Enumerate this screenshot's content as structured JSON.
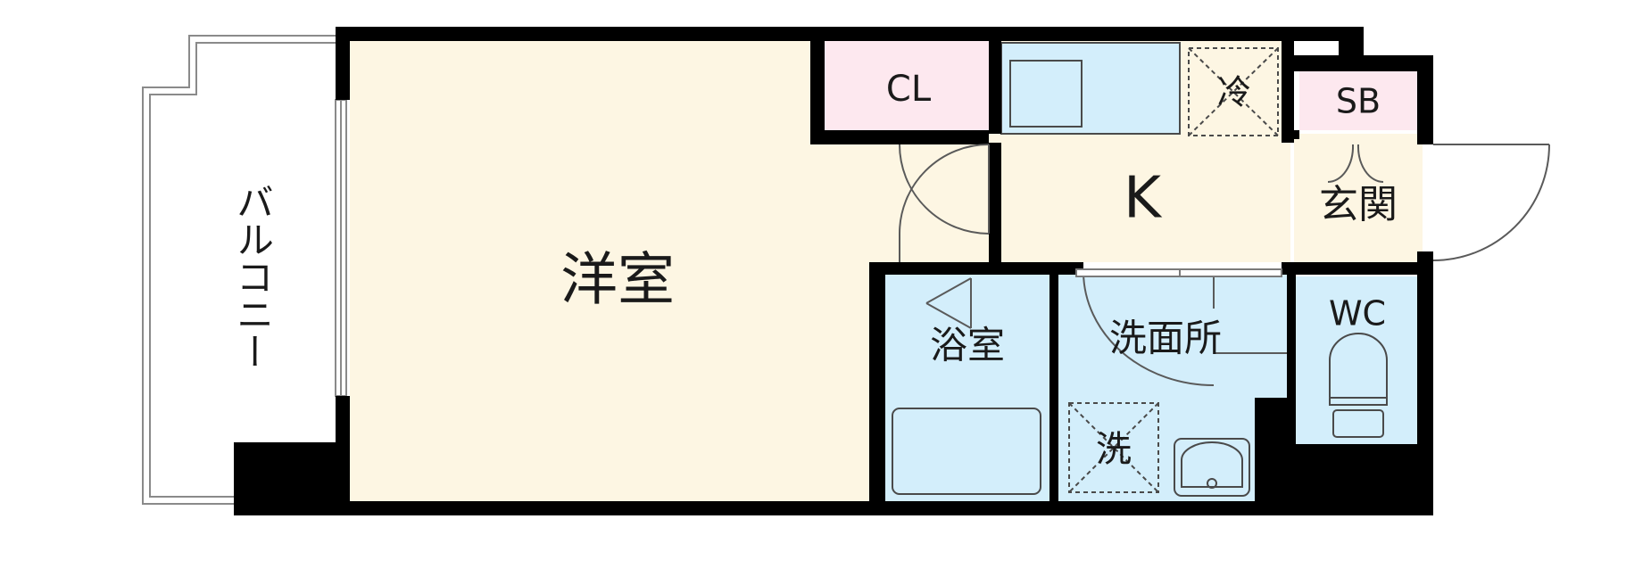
{
  "rooms": {
    "western_room": "洋室",
    "closet": "CL",
    "kitchen": "K",
    "refrigerator": "冷",
    "shoe_box": "SB",
    "entrance": "玄関",
    "bathroom": "浴室",
    "washroom": "洗面所",
    "washer": "洗",
    "toilet": "WC",
    "balcony": "バルコニー"
  },
  "colors": {
    "wall": "#000000",
    "western_room_floor": "#fdf6e3",
    "kitchen_floor": "#fdf6e3",
    "wet_area": "#d3eefb",
    "closet": "#fde8ef",
    "fixture_outline": "#4a4a4a"
  }
}
